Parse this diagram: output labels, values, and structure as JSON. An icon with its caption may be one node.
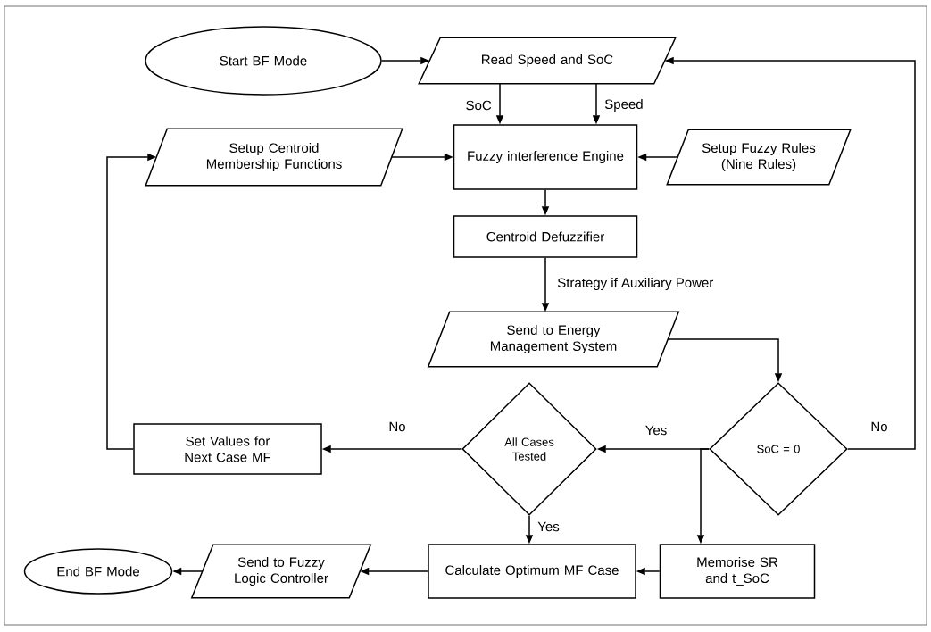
{
  "diagram": {
    "nodes": [
      {
        "text": [
          "Start BF Mode"
        ]
      },
      {
        "text": [
          "Read Speed and SoC"
        ]
      },
      {
        "text": [
          "Setup Centroid Membership Functions"
        ]
      },
      {
        "text": [
          "Fuzzy interference Engine"
        ]
      },
      {
        "text": [
          "Setup Fuzzy Rules (Nine Rules)"
        ]
      },
      {
        "text": [
          "Centroid Defuzzifier"
        ]
      },
      {
        "text": [
          "Send to Energy Management System"
        ]
      },
      {
        "text": [
          "Set Values for Next Case MF"
        ]
      },
      {
        "text": [
          "All Cases Tested"
        ]
      },
      {
        "text": [
          "SoC = 0"
        ]
      },
      {
        "text": [
          "End BF Mode"
        ]
      },
      {
        "text": [
          "Send to Fuzzy Logic Controller"
        ]
      },
      {
        "text": [
          "Calculate Optimum MF Case"
        ]
      },
      {
        "text": [
          "Memorise SR and t_SoC"
        ]
      }
    ],
    "edges": [
      {
        "from": 0,
        "to": 1,
        "arrow": "to"
      },
      {
        "from": 1,
        "to": 3,
        "arrow": "to",
        "label": "SoC"
      },
      {
        "from": 1,
        "to": 3,
        "arrow": "to",
        "label": "Speed"
      },
      {
        "from": 2,
        "to": 3,
        "arrow": "to"
      },
      {
        "from": 4,
        "to": 3,
        "arrow": "to"
      },
      {
        "from": 3,
        "to": 5,
        "arrow": "to"
      },
      {
        "from": 5,
        "to": 6,
        "arrow": "to",
        "label": "Strategy if Auxiliary Power"
      },
      {
        "from": 6,
        "to": 9,
        "arrow": "to"
      },
      {
        "from": 9,
        "to": 1,
        "arrow": "to",
        "label": "No"
      },
      {
        "from": 9,
        "to": 8,
        "arrow": "to",
        "label": "Yes"
      },
      {
        "from": 9,
        "to": 13,
        "arrow": "to"
      },
      {
        "from": 8,
        "to": 7,
        "arrow": "to",
        "label": "No"
      },
      {
        "from": 8,
        "to": 12,
        "arrow": "to",
        "label": "Yes"
      },
      {
        "from": 7,
        "to": 2,
        "arrow": "to"
      },
      {
        "from": 13,
        "to": 12,
        "arrow": "to"
      },
      {
        "from": 12,
        "to": 11,
        "arrow": "to"
      },
      {
        "from": 11,
        "to": 10,
        "arrow": "to"
      }
    ]
  }
}
